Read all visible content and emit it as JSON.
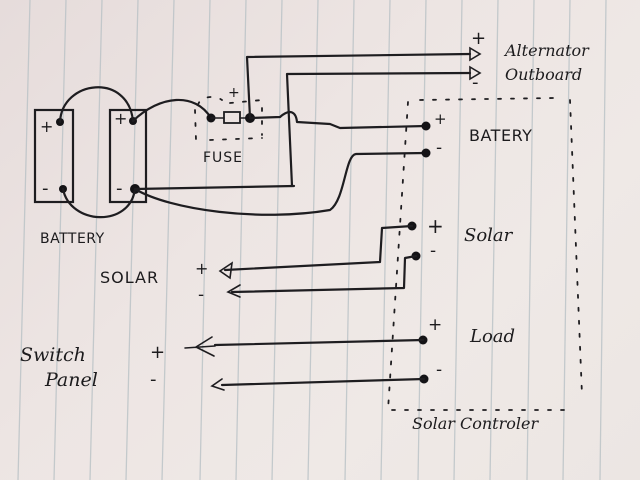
{
  "diagram": {
    "battery_bank": {
      "label": "BATTERY",
      "battery1": {
        "plus": "+",
        "minus": "-"
      },
      "battery2": {
        "plus": "+",
        "minus": "-"
      }
    },
    "fuse": {
      "label": "FUSE",
      "plus": "+"
    },
    "alternator": {
      "label": "Alternator",
      "plus": "+"
    },
    "outboard": {
      "label": "Outboard",
      "minus": "-"
    },
    "controller": {
      "label": "Solar Controler",
      "terminals": [
        {
          "label": "BATERY",
          "plus": "+",
          "minus": "-"
        },
        {
          "label": "Solar",
          "plus": "+",
          "minus": "-"
        },
        {
          "label": "Load",
          "plus": "+",
          "minus": "-"
        }
      ]
    },
    "solar_panel": {
      "label": "SOLAR",
      "plus": "+",
      "minus": "-"
    },
    "switch_panel": {
      "label_line1": "Switch",
      "label_line2": "Panel",
      "plus": "+",
      "minus": "-"
    }
  },
  "colors": {
    "ink": "#1e1d20",
    "paper": "#ece5e3",
    "rule": "#b9c2c6"
  }
}
